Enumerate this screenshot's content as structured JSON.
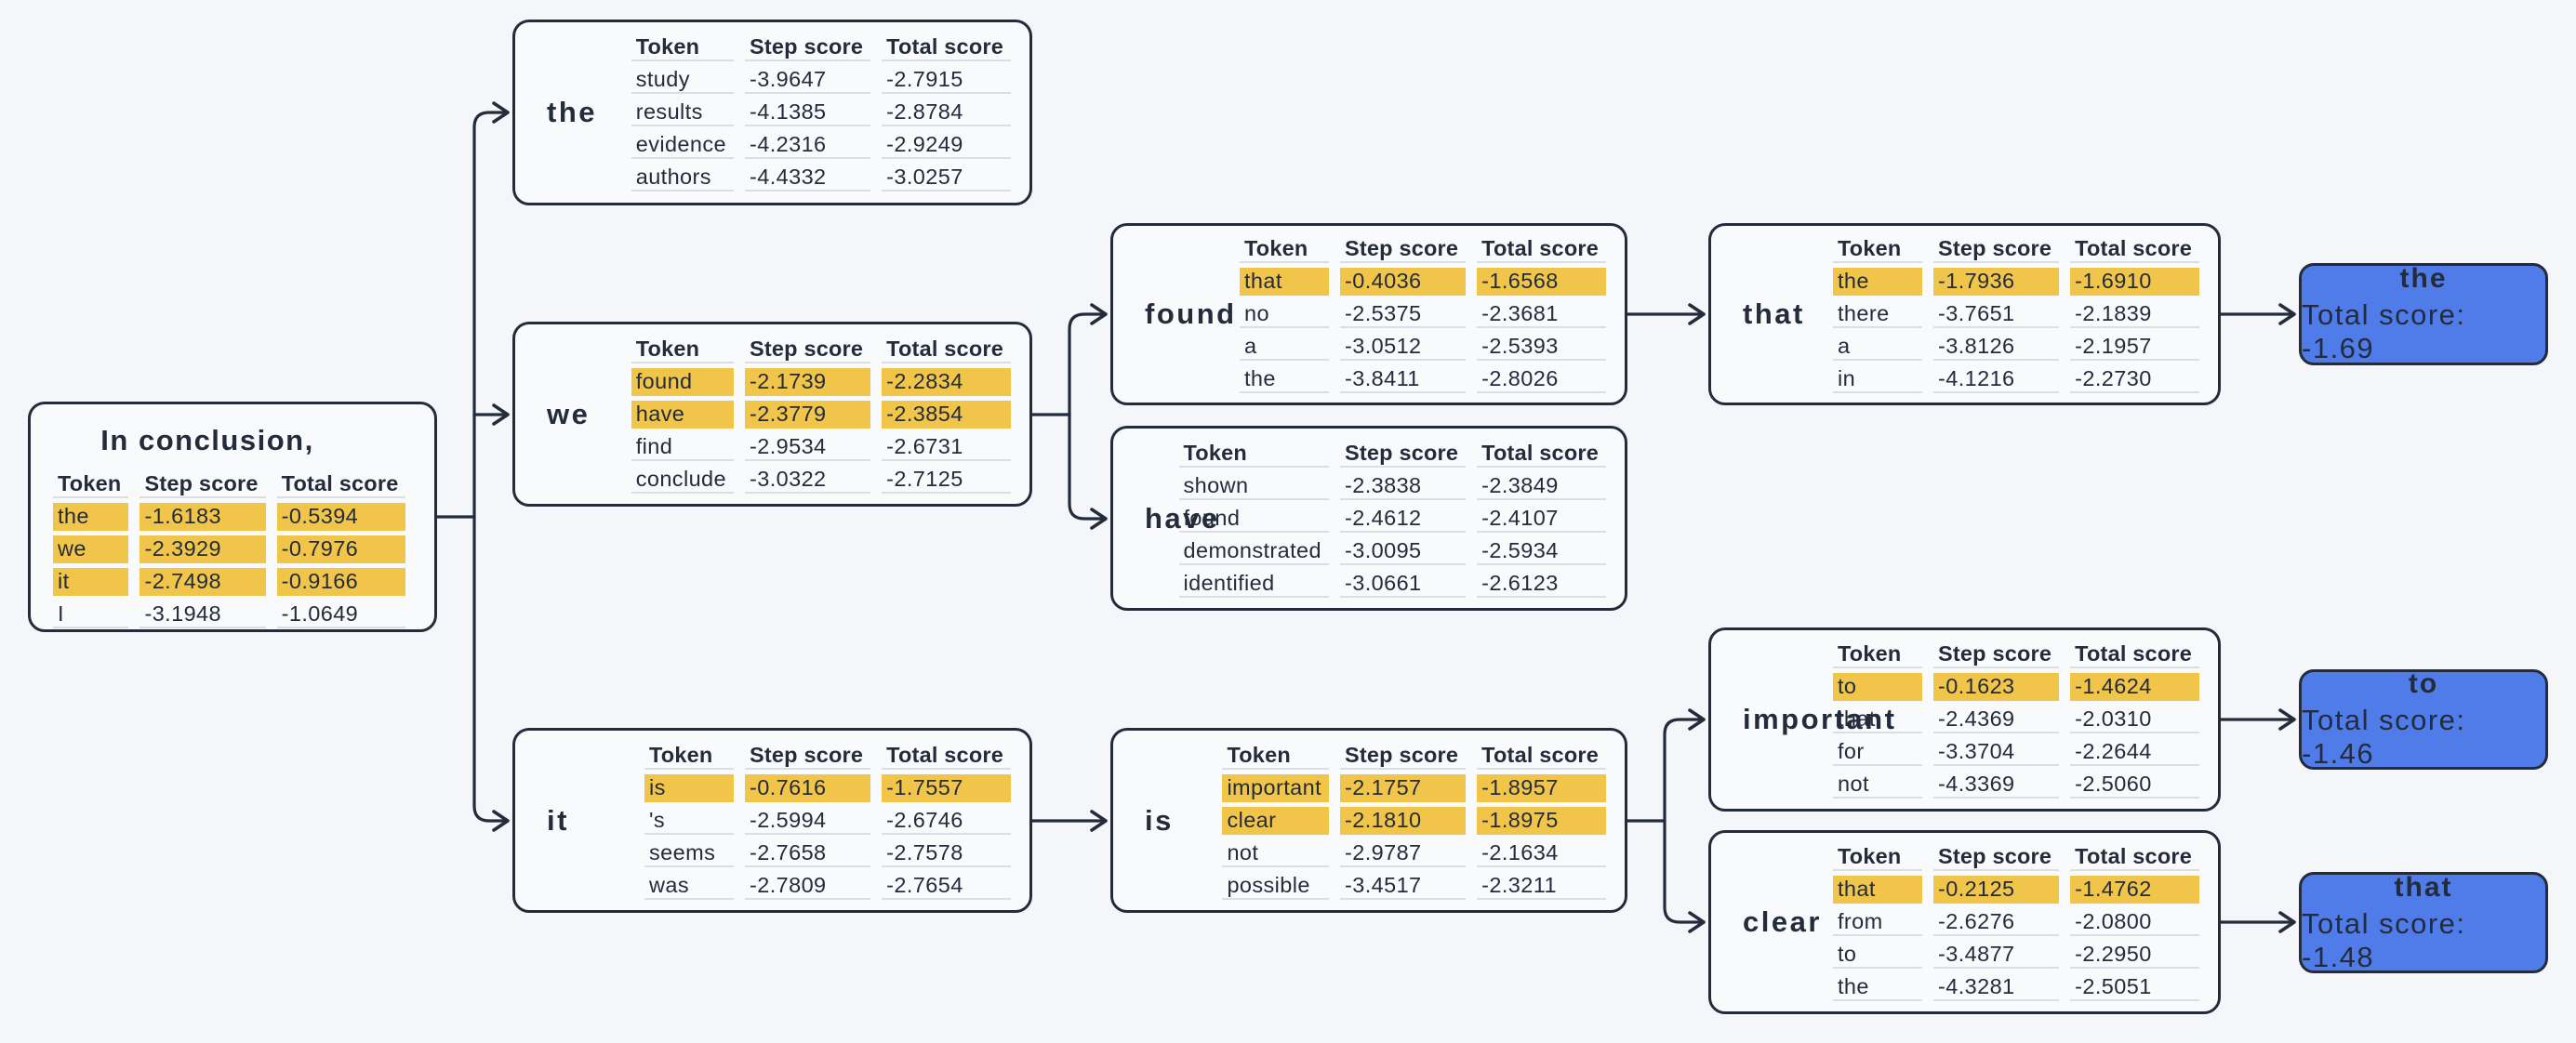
{
  "diagram_title": "Beam search token tree",
  "colors": {
    "background": "#f5f6fa",
    "node_border": "#242c3c",
    "highlight_yellow": "#f0c54a",
    "terminal_blue": "#4f7ce8",
    "row_separator": "#dcdee5"
  },
  "table_headers": [
    "Token",
    "Step score",
    "Total score"
  ],
  "nodes": [
    {
      "id": "root",
      "title": "In conclusion,",
      "rows": [
        {
          "token": "the",
          "step": "-1.6183",
          "total": "-0.5394",
          "highlight": true
        },
        {
          "token": "we",
          "step": "-2.3929",
          "total": "-0.7976",
          "highlight": true
        },
        {
          "token": "it",
          "step": "-2.7498",
          "total": "-0.9166",
          "highlight": true
        },
        {
          "token": "I",
          "step": "-3.1948",
          "total": "-1.0649",
          "highlight": false
        }
      ]
    },
    {
      "id": "the",
      "label": "the",
      "rows": [
        {
          "token": "study",
          "step": "-3.9647",
          "total": "-2.7915",
          "highlight": false
        },
        {
          "token": "results",
          "step": "-4.1385",
          "total": "-2.8784",
          "highlight": false
        },
        {
          "token": "evidence",
          "step": "-4.2316",
          "total": "-2.9249",
          "highlight": false
        },
        {
          "token": "authors",
          "step": "-4.4332",
          "total": "-3.0257",
          "highlight": false
        }
      ]
    },
    {
      "id": "we",
      "label": "we",
      "rows": [
        {
          "token": "found",
          "step": "-2.1739",
          "total": "-2.2834",
          "highlight": true
        },
        {
          "token": "have",
          "step": "-2.3779",
          "total": "-2.3854",
          "highlight": true
        },
        {
          "token": "find",
          "step": "-2.9534",
          "total": "-2.6731",
          "highlight": false
        },
        {
          "token": "conclude",
          "step": "-3.0322",
          "total": "-2.7125",
          "highlight": false
        }
      ]
    },
    {
      "id": "it",
      "label": "it",
      "rows": [
        {
          "token": "is",
          "step": "-0.7616",
          "total": "-1.7557",
          "highlight": true
        },
        {
          "token": "'s",
          "step": "-2.5994",
          "total": "-2.6746",
          "highlight": false
        },
        {
          "token": "seems",
          "step": "-2.7658",
          "total": "-2.7578",
          "highlight": false
        },
        {
          "token": "was",
          "step": "-2.7809",
          "total": "-2.7654",
          "highlight": false
        }
      ]
    },
    {
      "id": "found",
      "label": "found",
      "rows": [
        {
          "token": "that",
          "step": "-0.4036",
          "total": "-1.6568",
          "highlight": true
        },
        {
          "token": "no",
          "step": "-2.5375",
          "total": "-2.3681",
          "highlight": false
        },
        {
          "token": "a",
          "step": "-3.0512",
          "total": "-2.5393",
          "highlight": false
        },
        {
          "token": "the",
          "step": "-3.8411",
          "total": "-2.8026",
          "highlight": false
        }
      ]
    },
    {
      "id": "have",
      "label": "have",
      "rows": [
        {
          "token": "shown",
          "step": "-2.3838",
          "total": "-2.3849",
          "highlight": false
        },
        {
          "token": "found",
          "step": "-2.4612",
          "total": "-2.4107",
          "highlight": false
        },
        {
          "token": "demonstrated",
          "step": "-3.0095",
          "total": "-2.5934",
          "highlight": false
        },
        {
          "token": "identified",
          "step": "-3.0661",
          "total": "-2.6123",
          "highlight": false
        }
      ]
    },
    {
      "id": "is",
      "label": "is",
      "rows": [
        {
          "token": "important",
          "step": "-2.1757",
          "total": "-1.8957",
          "highlight": true
        },
        {
          "token": "clear",
          "step": "-2.1810",
          "total": "-1.8975",
          "highlight": true
        },
        {
          "token": "not",
          "step": "-2.9787",
          "total": "-2.1634",
          "highlight": false
        },
        {
          "token": "possible",
          "step": "-3.4517",
          "total": "-2.3211",
          "highlight": false
        }
      ]
    },
    {
      "id": "that",
      "label": "that",
      "rows": [
        {
          "token": "the",
          "step": "-1.7936",
          "total": "-1.6910",
          "highlight": true
        },
        {
          "token": "there",
          "step": "-3.7651",
          "total": "-2.1839",
          "highlight": false
        },
        {
          "token": "a",
          "step": "-3.8126",
          "total": "-2.1957",
          "highlight": false
        },
        {
          "token": "in",
          "step": "-4.1216",
          "total": "-2.2730",
          "highlight": false
        }
      ]
    },
    {
      "id": "important",
      "label": "important",
      "rows": [
        {
          "token": "to",
          "step": "-0.1623",
          "total": "-1.4624",
          "highlight": true
        },
        {
          "token": "that",
          "step": "-2.4369",
          "total": "-2.0310",
          "highlight": false
        },
        {
          "token": "for",
          "step": "-3.3704",
          "total": "-2.2644",
          "highlight": false
        },
        {
          "token": "not",
          "step": "-4.3369",
          "total": "-2.5060",
          "highlight": false
        }
      ]
    },
    {
      "id": "clear",
      "label": "clear",
      "rows": [
        {
          "token": "that",
          "step": "-0.2125",
          "total": "-1.4762",
          "highlight": true
        },
        {
          "token": "from",
          "step": "-2.6276",
          "total": "-2.0800",
          "highlight": false
        },
        {
          "token": "to",
          "step": "-3.4877",
          "total": "-2.2950",
          "highlight": false
        },
        {
          "token": "the",
          "step": "-4.3281",
          "total": "-2.5051",
          "highlight": false
        }
      ]
    }
  ],
  "terminals": [
    {
      "id": "final-the",
      "token": "the",
      "score_text": "Total score: -1.69"
    },
    {
      "id": "final-to",
      "token": "to",
      "score_text": "Total score: -1.46"
    },
    {
      "id": "final-that",
      "token": "that",
      "score_text": "Total score: -1.48"
    }
  ]
}
